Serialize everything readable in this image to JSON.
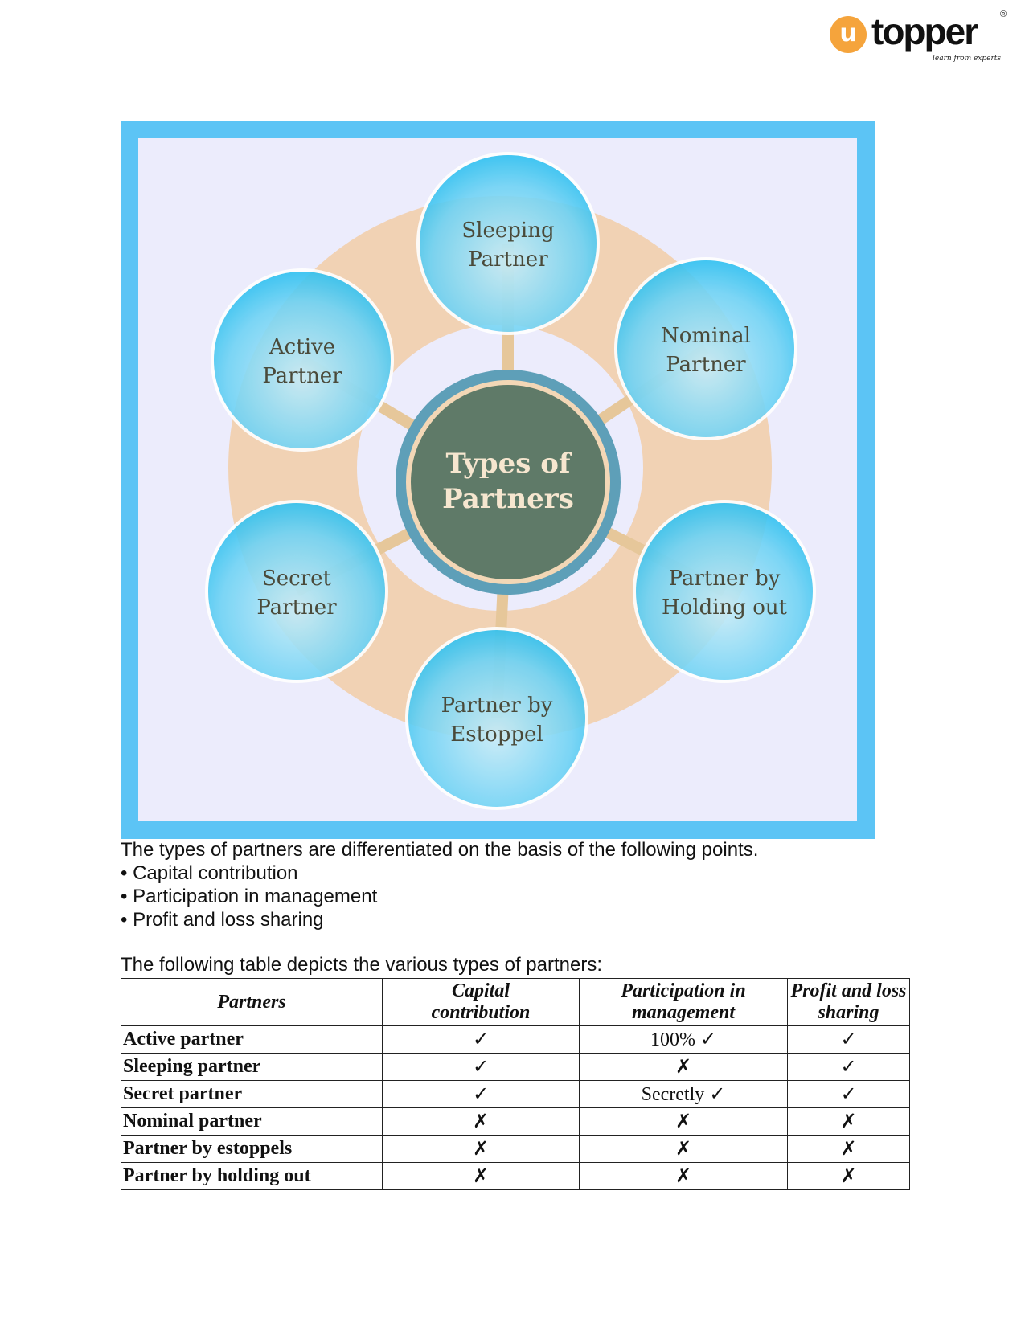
{
  "logo": {
    "mark": "u",
    "word": "topper",
    "tagline": "learn from experts",
    "reg": "®"
  },
  "diagram": {
    "center": [
      "Types of",
      "Partners"
    ],
    "nodes": [
      {
        "name": "sleeping",
        "lines": [
          "Sleeping",
          "Partner"
        ]
      },
      {
        "name": "nominal",
        "lines": [
          "Nominal",
          "Partner"
        ]
      },
      {
        "name": "holding-out",
        "lines": [
          "Partner by",
          "Holding out"
        ]
      },
      {
        "name": "estoppel",
        "lines": [
          "Partner by",
          "Estoppel"
        ]
      },
      {
        "name": "secret",
        "lines": [
          "Secret",
          "Partner"
        ]
      },
      {
        "name": "active",
        "lines": [
          "Active",
          "Partner"
        ]
      }
    ]
  },
  "intro": "The types of partners are differentiated on the basis of the following points.",
  "bullets": [
    "• Capital contribution",
    "• Participation in management",
    "• Profit and loss sharing"
  ],
  "table_intro": "The following table depicts the various types of partners:",
  "table": {
    "headers": [
      "Partners",
      "Capital contribution",
      "Participation in management",
      "Profit and loss sharing"
    ],
    "rows": [
      [
        "Active partner",
        "✓",
        "100% ✓",
        "✓"
      ],
      [
        "Sleeping partner",
        "✓",
        "✗",
        "✓"
      ],
      [
        "Secret partner",
        "✓",
        "Secretly ✓",
        "✓"
      ],
      [
        "Nominal partner",
        "✗",
        "✗",
        "✗"
      ],
      [
        "Partner by estoppels",
        "✗",
        "✗",
        "✗"
      ],
      [
        "Partner by holding out",
        "✗",
        "✗",
        "✗"
      ]
    ]
  }
}
